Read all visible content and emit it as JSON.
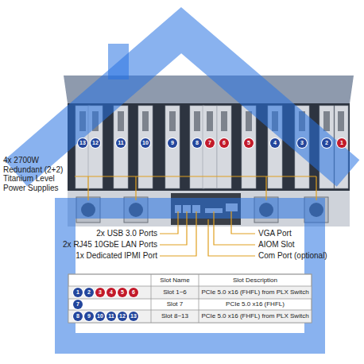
{
  "diagram": {
    "labels": [
      "13",
      "12",
      "11",
      "10",
      "9",
      "8",
      "7",
      "6",
      "5",
      "4",
      "3",
      "2",
      "1",
      "4x 2700W Redundant (2+2) Titanium Level Power Supplies",
      "2x USB 3.0 Ports",
      "2x RJ45 10GbE LAN Ports",
      "1x Dedicated IPMI Port",
      "VGA Port",
      "AIOM Slot",
      "Com Port (optional)",
      "Slot Name",
      "Slot Description",
      "1",
      "2",
      "3",
      "4",
      "5",
      "6",
      "Slot 1~6",
      "PCIe 5.0 x16 (FHFL) from PLX Switch",
      "7",
      "Slot 7",
      "PCIe 5.0 x16 (FHFL)",
      "8",
      "9",
      "10",
      "11",
      "12",
      "13",
      "Slot 8~13",
      "PCIe 5.0 x16 (FHFL) from PLX Switch"
    ]
  }
}
